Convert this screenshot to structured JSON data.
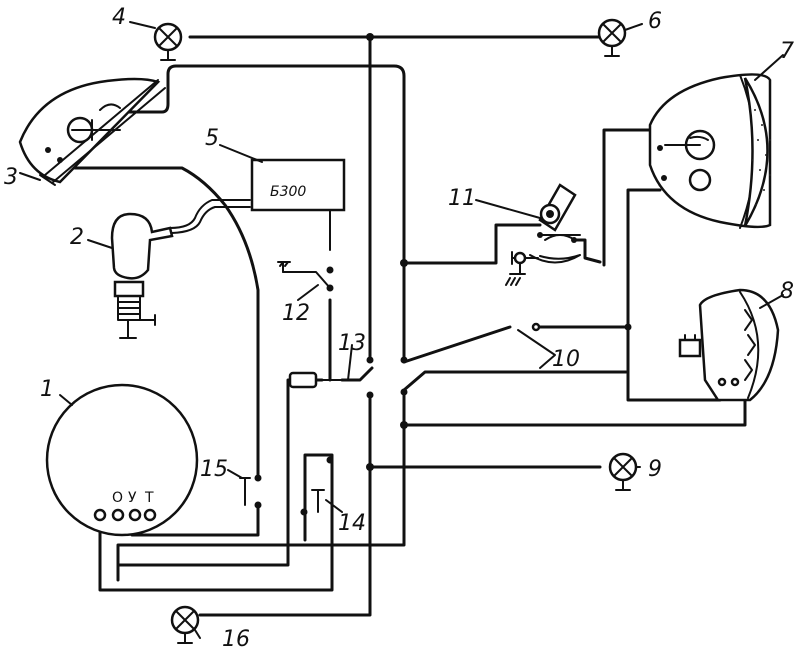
{
  "labels": {
    "l1": "1",
    "l2": "2",
    "l3": "3",
    "l4": "4",
    "l5": "5",
    "l6": "6",
    "l7": "7",
    "l8": "8",
    "l9": "9",
    "l10": "10",
    "l11": "11",
    "l12": "12",
    "l13": "13",
    "l14": "14",
    "l15": "15",
    "l16": "16"
  },
  "unit5_text": "Б300",
  "generator_terminals": {
    "o": "О",
    "u": "У",
    "t": "Т"
  }
}
